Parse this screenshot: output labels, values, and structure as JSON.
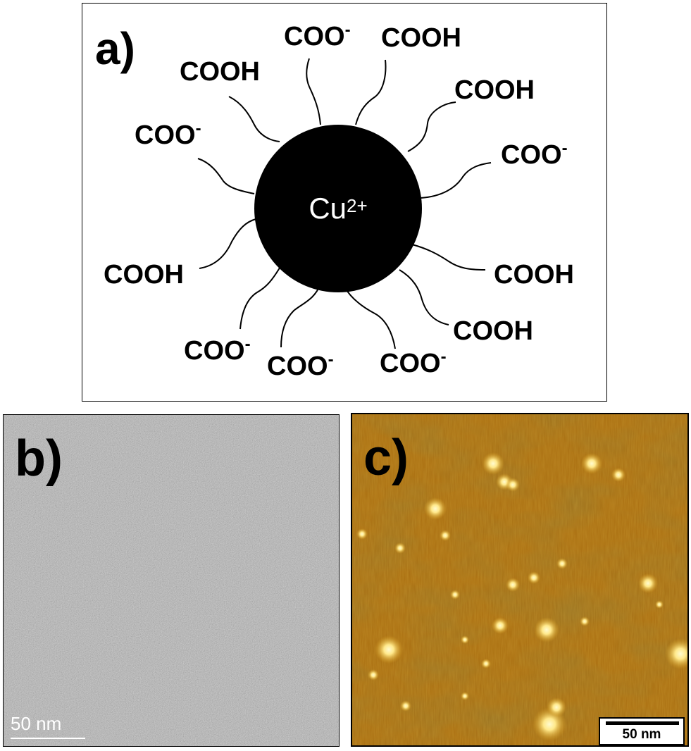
{
  "panel_a": {
    "label": "a)",
    "core": {
      "text": "Cu",
      "charge": "2+"
    },
    "groups": [
      {
        "text": "COO",
        "charge": "-"
      },
      {
        "text": "COOH",
        "charge": ""
      },
      {
        "text": "COOH",
        "charge": ""
      },
      {
        "text": "COOH",
        "charge": ""
      },
      {
        "text": "COO",
        "charge": "-"
      },
      {
        "text": "COOH",
        "charge": ""
      },
      {
        "text": "COOH",
        "charge": ""
      },
      {
        "text": "COO",
        "charge": "-"
      },
      {
        "text": "COO",
        "charge": "-"
      },
      {
        "text": "COO",
        "charge": "-"
      },
      {
        "text": "COOH",
        "charge": ""
      },
      {
        "text": "COO",
        "charge": "-"
      }
    ]
  },
  "panel_b": {
    "label": "b)",
    "scale": "50 nm"
  },
  "panel_c": {
    "label": "c)",
    "scale": "50 nm"
  },
  "colors": {
    "tem_gray": "#9e9e9e",
    "afm_base": "#a66a0e",
    "afm_dark": "#5a3405",
    "afm_bright": "#fff8b0"
  }
}
